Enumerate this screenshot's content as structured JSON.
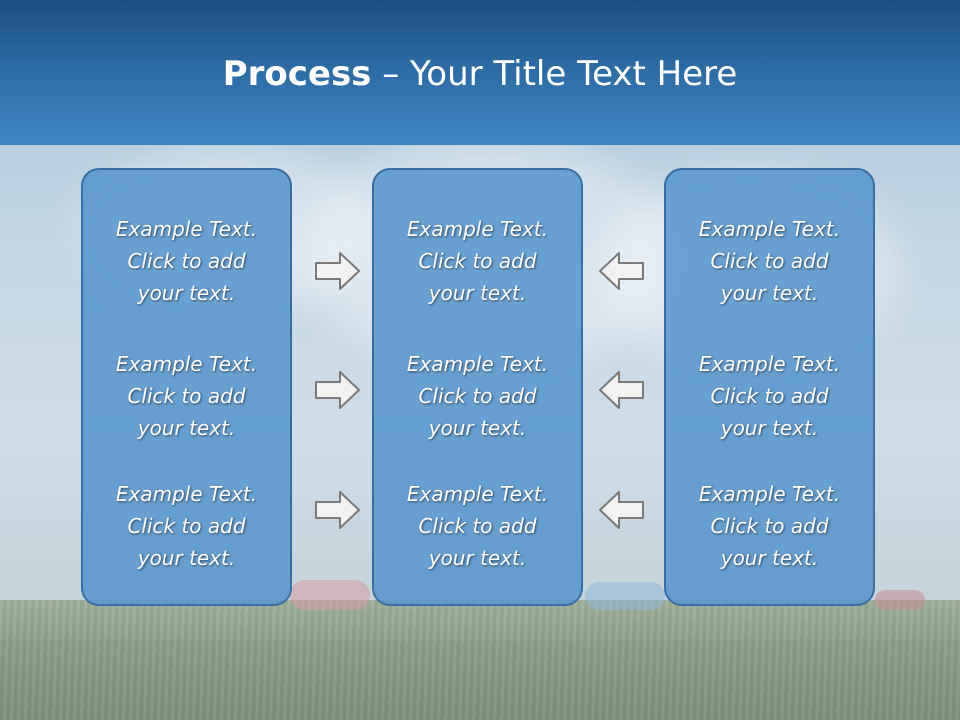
{
  "slide": {
    "title_bold": "Process",
    "title_rest": " – Your Title Text Here"
  },
  "columns": [
    {
      "items": [
        {
          "line1": "Example Text.",
          "line2": "Click  to add",
          "line3": "your text."
        },
        {
          "line1": "Example Text.",
          "line2": "Click  to add",
          "line3": "your text."
        },
        {
          "line1": "Example Text.",
          "line2": "Click  to add",
          "line3": "your text."
        }
      ]
    },
    {
      "items": [
        {
          "line1": "Example Text.",
          "line2": "Click  to add",
          "line3": "your text."
        },
        {
          "line1": "Example Text.",
          "line2": "Click  to add",
          "line3": "your text."
        },
        {
          "line1": "Example Text.",
          "line2": "Click  to add",
          "line3": "your text."
        }
      ]
    },
    {
      "items": [
        {
          "line1": "Example Text.",
          "line2": "Click  to add",
          "line3": "your text."
        },
        {
          "line1": "Example Text.",
          "line2": "Click  to add",
          "line3": "your text."
        },
        {
          "line1": "Example Text.",
          "line2": "Click  to add",
          "line3": "your text."
        }
      ]
    }
  ],
  "arrows": {
    "left_group": [
      "arrow-right-icon",
      "arrow-right-icon",
      "arrow-right-icon"
    ],
    "right_group": [
      "arrow-left-icon",
      "arrow-left-icon",
      "arrow-left-icon"
    ]
  },
  "colors": {
    "header": "#2c6aa3",
    "box_fill": "#5896cd",
    "box_border": "#3a6fa3",
    "arrow_fill": "#f2f2f2",
    "arrow_stroke": "#7a7a7a"
  }
}
